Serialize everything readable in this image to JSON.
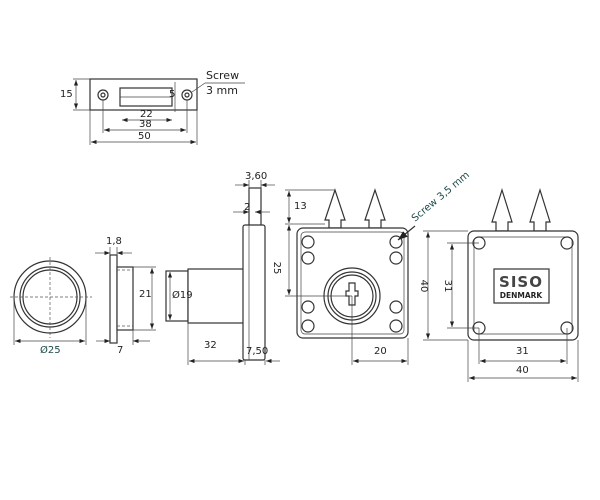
{
  "strike_plate": {
    "height_label": "15",
    "slot_height_label": "5",
    "slot_width_label": "22",
    "hole_spacing_label": "38",
    "width_label": "50",
    "screw_label_line1": "Screw",
    "screw_label_line2": "3 mm"
  },
  "escutcheon": {
    "diameter_label": "Ø25",
    "flange_label": "1,8",
    "inner_height_label": "21",
    "depth_label": "7"
  },
  "lock_side": {
    "cylinder_diameter_label": "Ø19",
    "cylinder_length_label": "32",
    "plate_thickness_label": "7,50",
    "tab_width_label": "3,60",
    "tab_thin_label": "2"
  },
  "lock_front": {
    "latch_height_label": "13",
    "center_height_label": "25",
    "center_offset_label": "20",
    "screw_label": "Screw 3,5 mm"
  },
  "lock_back": {
    "height_label": "40",
    "hole_spacing_vertical_label": "31",
    "hole_spacing_horizontal_label": "31",
    "width_label": "40",
    "logo_line1": "SISO",
    "logo_line2": "DENMARK"
  }
}
